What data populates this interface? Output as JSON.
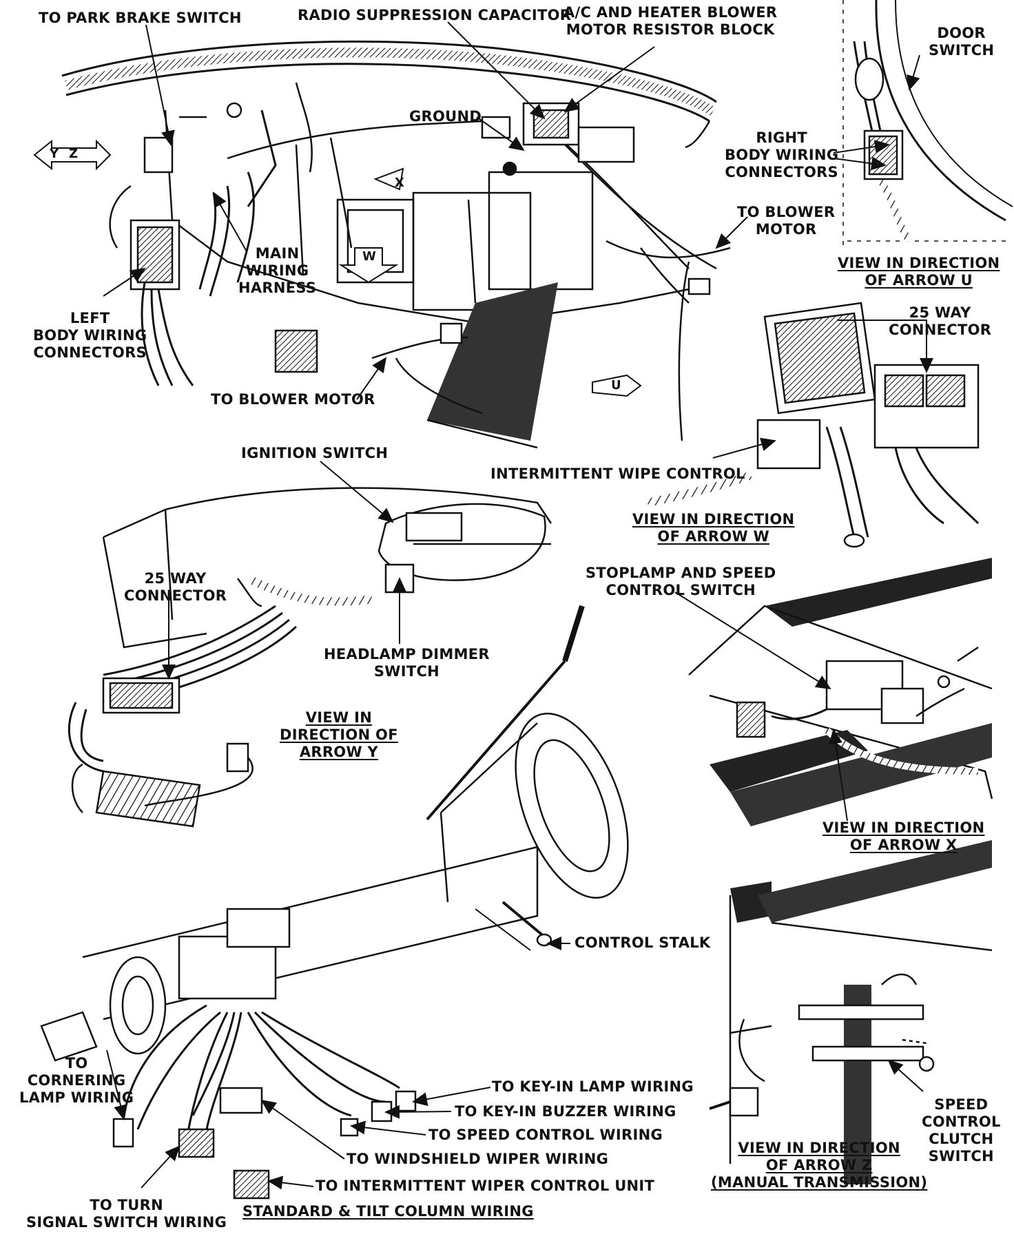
{
  "diagram": {
    "top_section": {
      "to_park_brake_switch": "TO PARK BRAKE SWITCH",
      "radio_suppression_capacitor": "RADIO SUPPRESSION CAPACITOR",
      "blower_resistor_block": [
        "A/C AND HEATER BLOWER",
        "MOTOR RESISTOR BLOCK"
      ],
      "ground": "GROUND",
      "main_wiring_harness": [
        "MAIN",
        "WIRING",
        "HARNESS"
      ],
      "left_body_wiring_connectors": [
        "LEFT",
        "BODY WIRING",
        "CONNECTORS"
      ],
      "to_blower_motor_bottom": "TO BLOWER MOTOR",
      "to_blower_motor_right": [
        "TO BLOWER",
        "MOTOR"
      ],
      "intermittent_wipe_control": "INTERMITTENT WIPE CONTROL",
      "arrow_tags": {
        "y": "Y",
        "z": "Z",
        "x": "X",
        "w": "W",
        "u": "U"
      }
    },
    "view_u": {
      "door_switch": [
        "DOOR",
        "SWITCH"
      ],
      "right_body_wiring_connectors": [
        "RIGHT",
        "BODY WIRING",
        "CONNECTORS"
      ],
      "caption": [
        "VIEW IN DIRECTION",
        "OF ARROW U"
      ]
    },
    "view_w": {
      "connector_25_way": [
        "25 WAY",
        "CONNECTOR"
      ],
      "caption": [
        "VIEW IN DIRECTION",
        "OF ARROW W"
      ]
    },
    "view_y": {
      "ignition_switch": "IGNITION SWITCH",
      "connector_25_way": [
        "25 WAY",
        "CONNECTOR"
      ],
      "headlamp_dimmer_switch": [
        "HEADLAMP DIMMER",
        "SWITCH"
      ],
      "caption": [
        "VIEW IN",
        "DIRECTION OF",
        "ARROW Y"
      ]
    },
    "view_x": {
      "stoplamp_speed_control_switch": [
        "STOPLAMP AND SPEED",
        "CONTROL SWITCH"
      ],
      "caption": [
        "VIEW IN DIRECTION",
        "OF ARROW X"
      ]
    },
    "column_wiring": {
      "control_stalk": "CONTROL STALK",
      "to_cornering_lamp_wiring": [
        "TO",
        "CORNERING",
        "LAMP WIRING"
      ],
      "to_key_in_lamp_wiring": "TO KEY-IN LAMP WIRING",
      "to_key_in_buzzer_wiring": "TO KEY-IN BUZZER WIRING",
      "to_speed_control_wiring": "TO SPEED CONTROL WIRING",
      "to_windshield_wiper_wiring": "TO WINDSHIELD WIPER WIRING",
      "to_intermittent_wiper_control_unit": "TO INTERMITTENT WIPER CONTROL UNIT",
      "to_turn_signal_switch_wiring": [
        "TO TURN",
        "SIGNAL SWITCH WIRING"
      ],
      "caption": "STANDARD & TILT COLUMN WIRING"
    },
    "view_z": {
      "speed_control_clutch_switch": [
        "SPEED",
        "CONTROL",
        "CLUTCH",
        "SWITCH"
      ],
      "caption": [
        "VIEW IN DIRECTION",
        "OF ARROW Z",
        "(MANUAL TRANSMISSION)"
      ]
    }
  }
}
